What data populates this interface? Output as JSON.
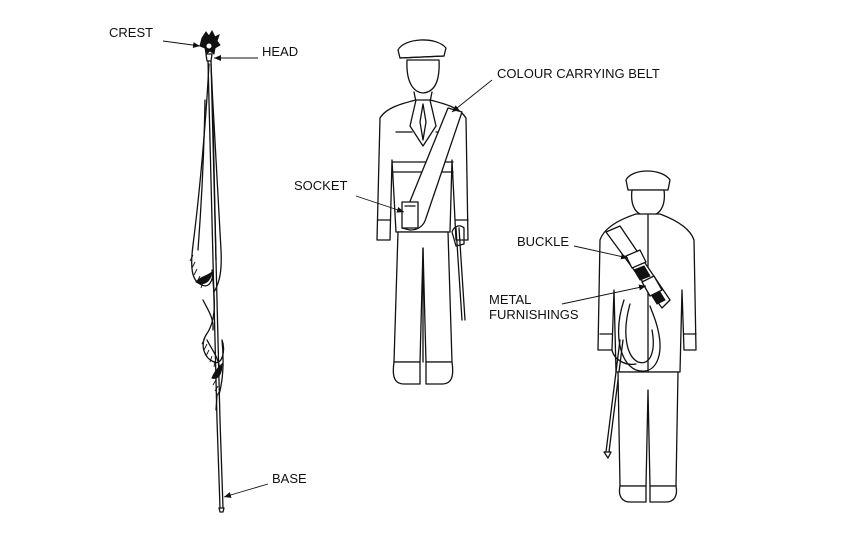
{
  "labels": {
    "crest": "CREST",
    "head": "HEAD",
    "base": "BASE",
    "colour_carrying_belt": "COLOUR CARRYING BELT",
    "socket": "SOCKET",
    "buckle": "BUCKLE",
    "metal_furnishings": "METAL\nFURNISHINGS"
  },
  "colors": {
    "ink": "#111111",
    "background": "#ffffff"
  }
}
